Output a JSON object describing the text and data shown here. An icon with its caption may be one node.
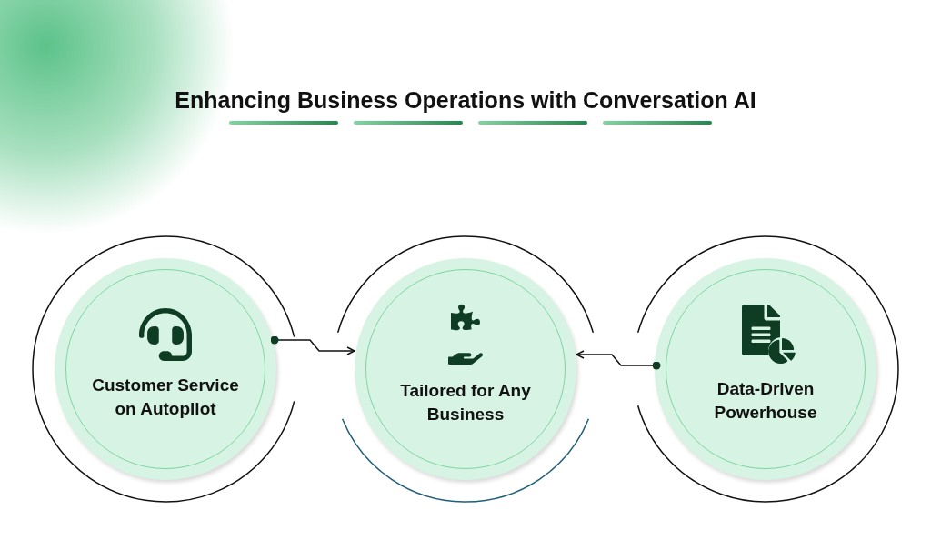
{
  "diagram": {
    "title": "Enhancing Business Operations with Conversation AI",
    "nodes": [
      {
        "text": [
          "Customer Service on Autopilot"
        ]
      },
      {
        "text": [
          "Tailored for Any Business"
        ]
      },
      {
        "text": [
          "Data-Driven Powerhouse"
        ]
      }
    ],
    "edges": [
      {
        "from": 0,
        "to": 1,
        "arrow": "to"
      },
      {
        "from": 2,
        "to": 1,
        "arrow": "to"
      }
    ]
  }
}
